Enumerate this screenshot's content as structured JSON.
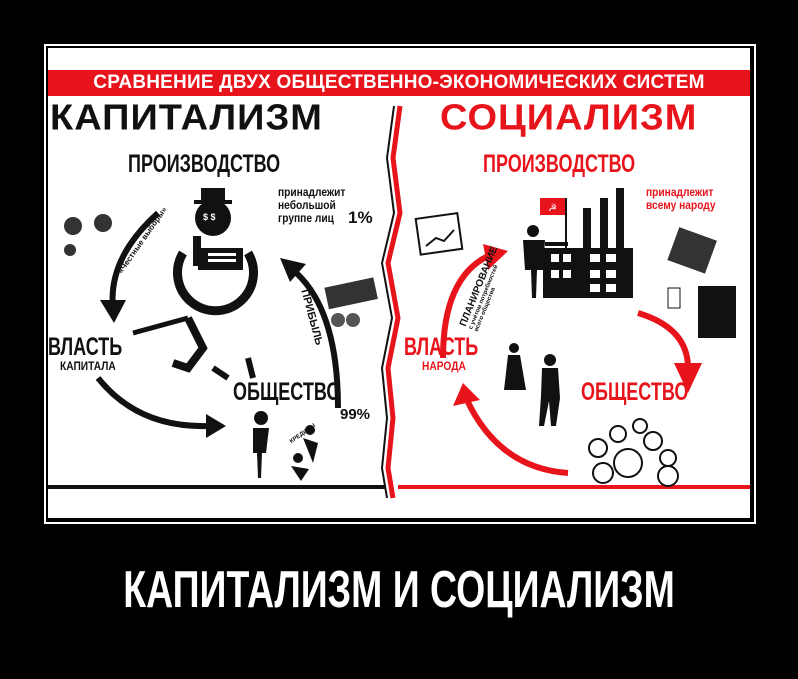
{
  "banner": "СРАВНЕНИЕ ДВУХ ОБЩЕСТВЕННО-ЭКОНОМИЧЕСКИХ СИСТЕМ",
  "capitalism": {
    "title": "КАПИТАЛИЗМ",
    "production": "ПРОИЗВОДСТВО",
    "owner_lines": [
      "принадлежит",
      "небольшой",
      "группе лиц"
    ],
    "owner_percent": "1%",
    "power": "ВЛАСТЬ",
    "power_sub": "КАПИТАЛА",
    "society": "ОБЩЕСТВО",
    "society_percent": "99%",
    "elections": "«Честные выборы»",
    "profit": "ПРИБЫЛЬ",
    "credits": "КРЕДИТЫ"
  },
  "socialism": {
    "title": "СОЦИАЛИЗМ",
    "production": "ПРОИЗВОДСТВО",
    "owner_lines": [
      "принадлежит",
      "всему народу"
    ],
    "power": "ВЛАСТЬ",
    "power_sub": "НАРОДА",
    "society": "ОБЩЕСТВО",
    "planning": "ПЛАНИРОВАНИЕ",
    "planning_sub": [
      "с учётом потребностей",
      "всего общества"
    ]
  },
  "caption": "КАПИТАЛИЗМ И СОЦИАЛИЗМ",
  "colors": {
    "red": "#e8141b",
    "black": "#111111"
  }
}
